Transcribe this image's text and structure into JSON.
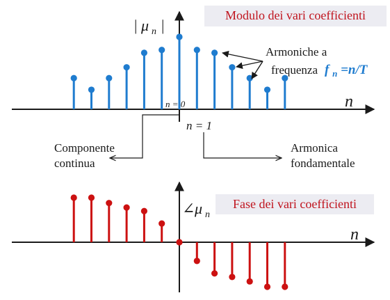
{
  "colors": {
    "magnitude": "#1f7ccf",
    "phase": "#cc1111",
    "axis": "#1a1a1a",
    "title_text": "#c0141e",
    "title_box": "#ececf2",
    "harmonic_label": "#1f7ccf"
  },
  "chart_data": [
    {
      "type": "stem",
      "title": "Modulo dei vari coefficienti",
      "ylabel": "| μn |",
      "ylabel_parts": {
        "bar_left": "|",
        "symbol": "μ",
        "subscript": "n",
        "bar_right": "|"
      },
      "xlabel": "n",
      "n": [
        -6,
        -5,
        -4,
        -3,
        -2,
        -1,
        0,
        1,
        2,
        3,
        4,
        5,
        6
      ],
      "values": [
        0.43,
        0.27,
        0.43,
        0.58,
        0.78,
        0.82,
        1.0,
        0.82,
        0.78,
        0.58,
        0.43,
        0.27,
        0.43
      ],
      "ylim": [
        0,
        1.2
      ],
      "annotations": {
        "n0": "n = 0",
        "n1": "n = 1",
        "dc": [
          "Componente",
          "continua"
        ],
        "fundamental": [
          "Armonica",
          "fondamentale"
        ],
        "harmonics": [
          "Armoniche a",
          "frequenza"
        ],
        "harmonics_formula": {
          "f": "f",
          "sub": "n",
          "rest": "=n/T"
        }
      }
    },
    {
      "type": "stem",
      "title": "Fase dei vari coefficienti",
      "ylabel": "∠μn",
      "ylabel_parts": {
        "angle": "∠",
        "symbol": "μ",
        "subscript": "n"
      },
      "xlabel": "n",
      "n": [
        -6,
        -5,
        -4,
        -3,
        -2,
        -1,
        0,
        1,
        2,
        3,
        4,
        5,
        6
      ],
      "values": [
        1.0,
        1.0,
        0.88,
        0.78,
        0.7,
        0.42,
        0,
        -0.42,
        -0.7,
        -0.78,
        -0.88,
        -1.0,
        -1.0
      ],
      "ylim": [
        -1.2,
        1.2
      ]
    }
  ]
}
